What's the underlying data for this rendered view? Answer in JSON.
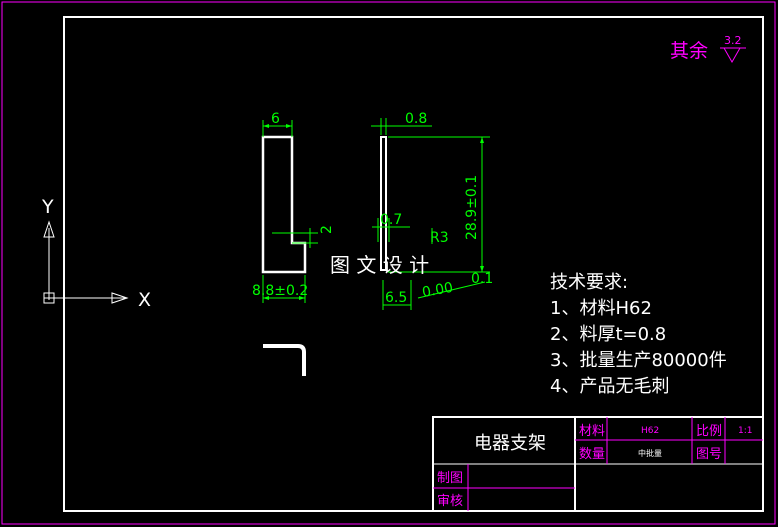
{
  "colors": {
    "background": "#000000",
    "outline": "#ffffff",
    "dimension": "#00ff00",
    "annotation": "#ff00ff"
  },
  "roughness": {
    "prefix": "其余",
    "value": "3.2"
  },
  "dimensions": {
    "width_6": "6",
    "thick_08": "0.8",
    "step_2": "2",
    "dim_07": "0.7",
    "radius": "R3",
    "height": "28.9±0.1",
    "overall": "8.8±0.2",
    "len_65": "6.5",
    "tol_label": "0.00",
    "tol_sup": "0.1"
  },
  "watermark": "图 文 设 计",
  "ucs": {
    "x_label": "X",
    "y_label": "Y"
  },
  "tech_requirements": {
    "title": "技术要求:",
    "items": [
      "1、材料H62",
      "2、料厚t=0.8",
      "3、批量生产80000件",
      "4、产品无毛刺"
    ]
  },
  "title_block": {
    "part_name": "电器支架",
    "material_label": "材料",
    "material_value": "H62",
    "scale_label": "比例",
    "scale_value": "1:1",
    "quantity_label": "数量",
    "quantity_value": "中批量",
    "drawing_no_label": "图号",
    "drawn_label": "制图",
    "checked_label": "审核"
  }
}
